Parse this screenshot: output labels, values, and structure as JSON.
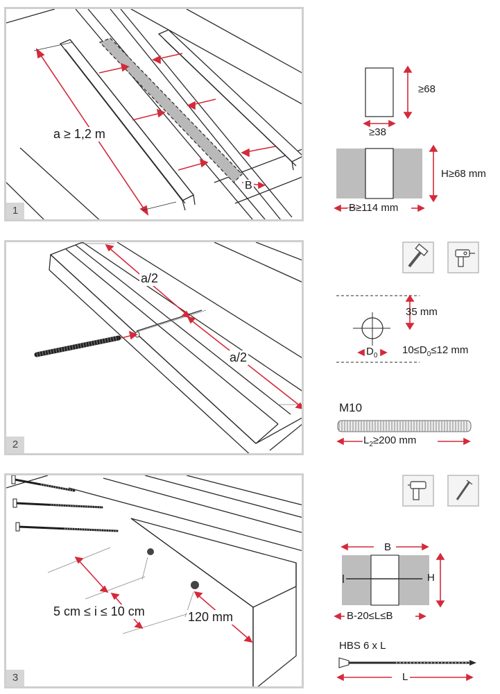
{
  "colors": {
    "accent": "#d42a3a",
    "gray": "#bdbdbd",
    "border": "#cfcfcf"
  },
  "step1": {
    "number": "1",
    "spacing_label": "a ≥ 1,2 m",
    "b_label": "B",
    "section_height": "≥68",
    "section_width": "≥38",
    "joint_height": "H≥68 mm",
    "joint_width": "B≥114 mm"
  },
  "step2": {
    "number": "2",
    "half_top": "a/2",
    "half_bottom": "a/2",
    "tools": [
      "hammer-icon",
      "drill-icon"
    ],
    "edge_distance": "35 mm",
    "hole_label": "D",
    "hole_sub": "0",
    "hole_range_pre": "10≤D",
    "hole_range_sub": "0",
    "hole_range_post": "≤12 mm",
    "rod_name": "M10",
    "rod_length_pre": "L",
    "rod_length_sub": "2",
    "rod_length_post": "≥200 mm"
  },
  "step3": {
    "number": "3",
    "spacing_label": "5 cm ≤ i ≤ 10 cm",
    "end_distance": "120 mm",
    "tools": [
      "screwdriver-icon",
      "screw-icon"
    ],
    "width_label": "B",
    "height_label": "H",
    "screw_range": "B-20≤L≤B",
    "screw_name": "HBS 6 x L",
    "screw_length": "L"
  }
}
